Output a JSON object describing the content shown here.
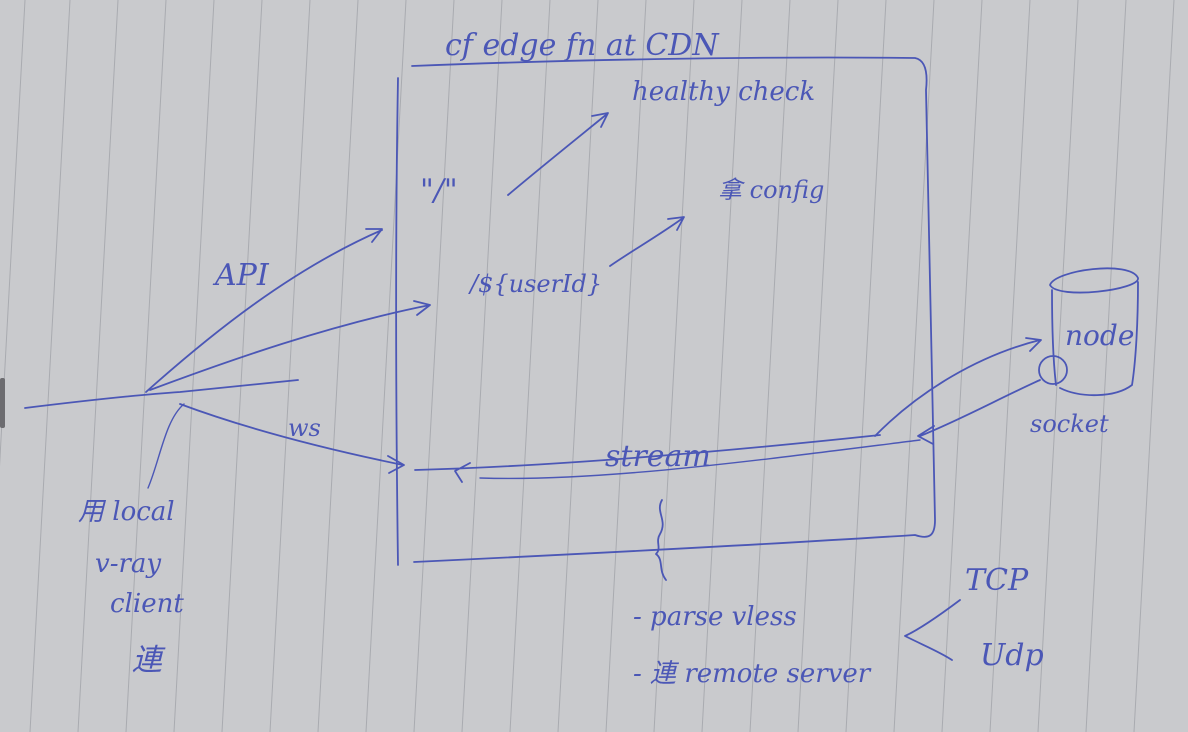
{
  "title": "cf edge fn at CDN",
  "routes": {
    "root": "\"/\"",
    "root_target": "healthy check",
    "user": "/${userId}",
    "user_target": "拿 config"
  },
  "client": {
    "api_label": "API",
    "ws_label": "ws",
    "lines": [
      "用 local",
      "v-ray",
      "client",
      "連"
    ]
  },
  "stream_label": "stream",
  "node": {
    "label": "node",
    "socket_label": "socket"
  },
  "steps": [
    "- parse vless",
    "- 連 remote server"
  ],
  "protocols": [
    "TCP",
    "Udp"
  ],
  "colors": {
    "ink": "#4b57b6",
    "paper": "#c9cacd"
  }
}
